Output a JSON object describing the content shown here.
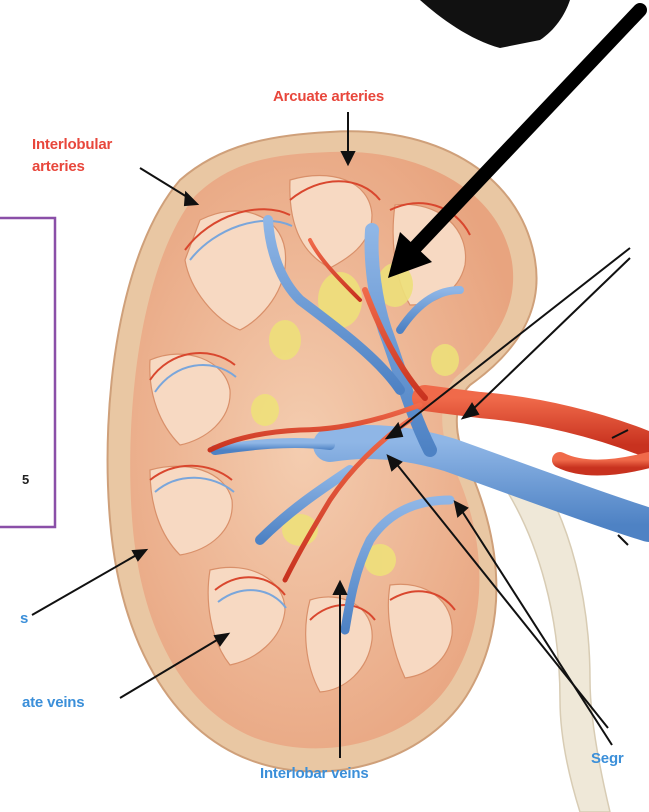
{
  "labels": {
    "arcuate_arteries": "Arcuate arteries",
    "interlobular_arteries_1": "Interlobular",
    "interlobular_arteries_2": "arteries",
    "arcuate_veins_partial": "ate veins",
    "interlobar_veins": "Interlobar veins",
    "segmental_partial": "Segr",
    "left_partial_s": "s",
    "box_partial_char": "5"
  },
  "colors": {
    "artery_label": "#e8473c",
    "vein_label": "#3b8fd9",
    "box_border": "#8a4fa8",
    "artery": "#e2452e",
    "vein": "#6d9ed6",
    "cortex": "#f0b894",
    "capsule": "#e9c7a3",
    "fat": "#eee07a"
  },
  "icons": {
    "pointer": "bold-arrow-icon"
  }
}
